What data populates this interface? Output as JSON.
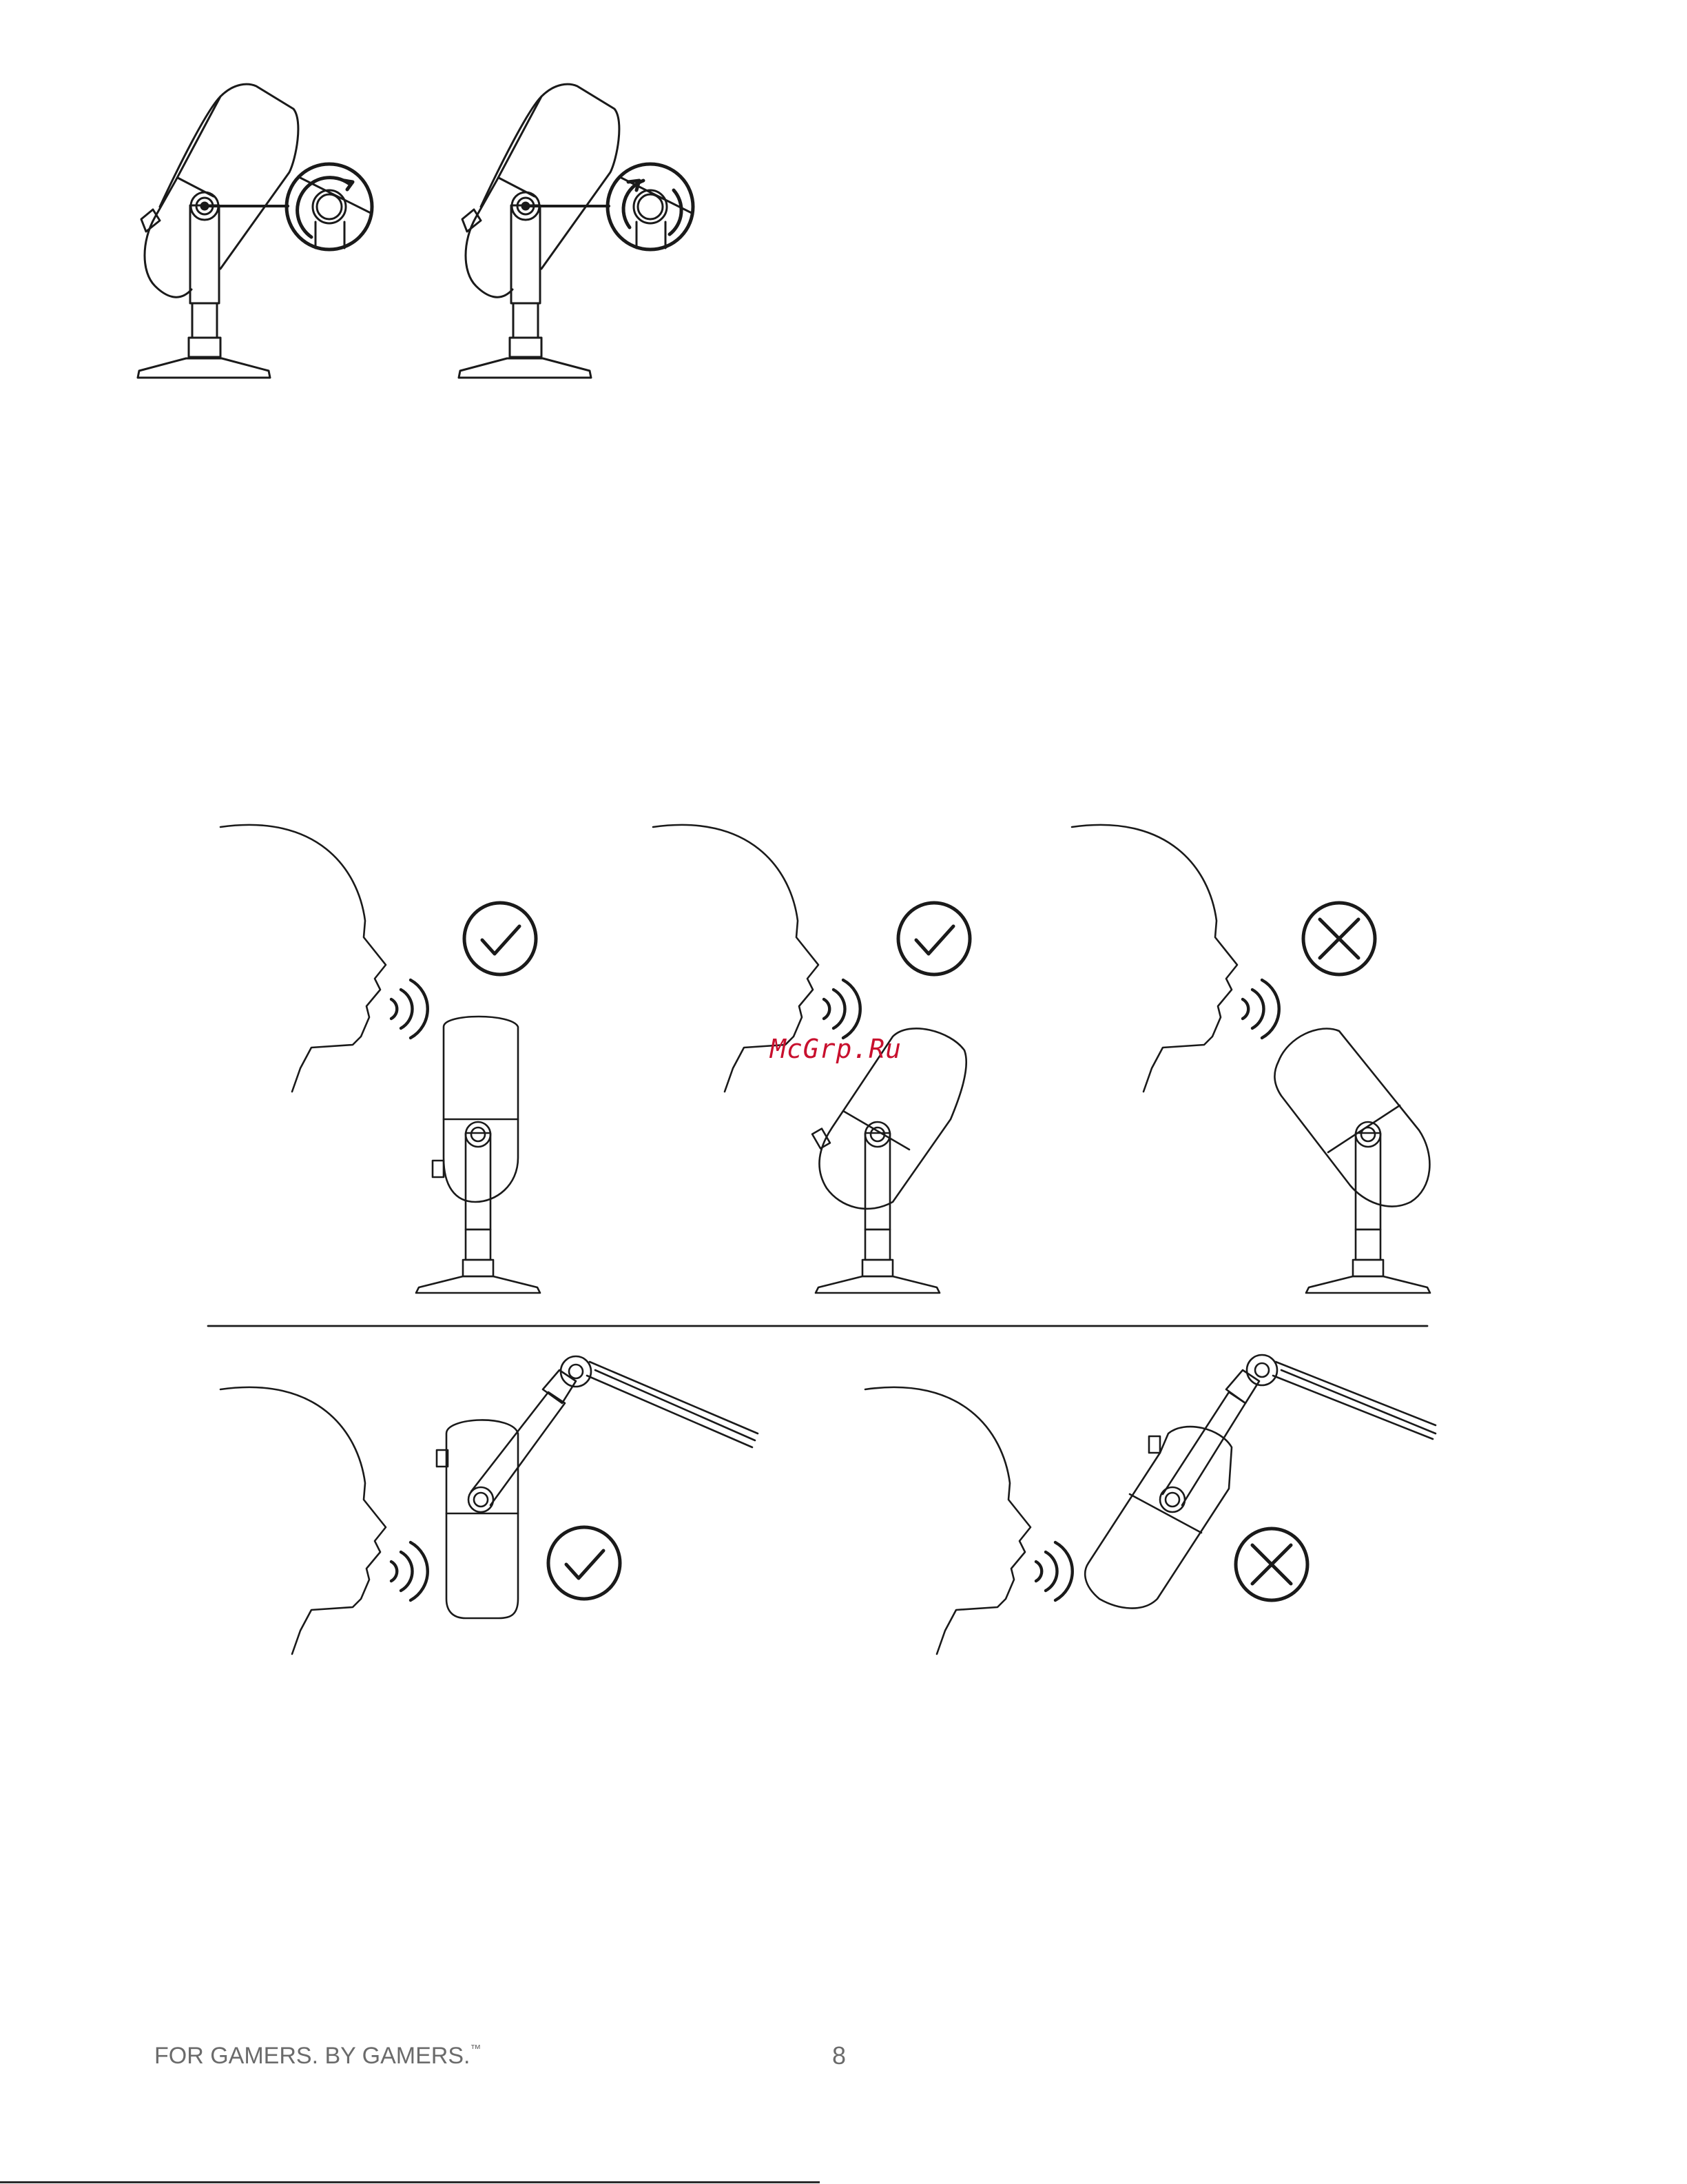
{
  "watermark": "McGrp.Ru",
  "footer": {
    "tagline": "FOR GAMERS. BY GAMERS.",
    "trademark": "™",
    "page_number": "8"
  },
  "figures": {
    "top": [
      "mic-stand-rotate-counterclockwise",
      "mic-stand-rotate-clockwise"
    ],
    "stand_positioning": [
      {
        "mic": "upright",
        "result": "check-icon"
      },
      {
        "mic": "tilted-toward-mouth",
        "result": "check-icon"
      },
      {
        "mic": "tilted-away",
        "result": "cross-icon"
      }
    ],
    "boom_positioning": [
      {
        "mic": "upright",
        "result": "check-icon"
      },
      {
        "mic": "tilted",
        "result": "cross-icon"
      }
    ]
  },
  "colors": {
    "line": "#1a1a1a",
    "watermark": "#c8102e",
    "footer_text": "#6b6b6b"
  }
}
